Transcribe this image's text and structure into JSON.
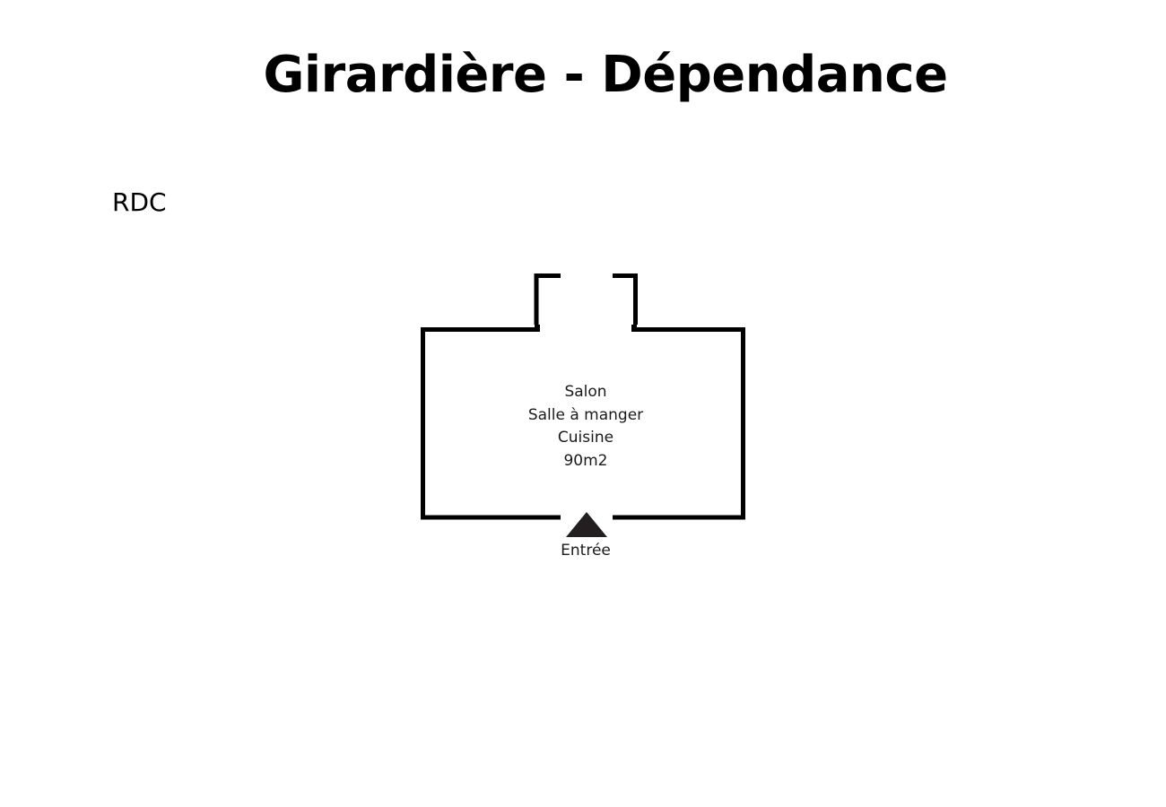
{
  "page": {
    "title": "Girardière - Dépendance"
  },
  "floor": {
    "level_label": "RDC",
    "room": {
      "lines": [
        "Salon",
        "Salle à manger",
        "Cuisine",
        "90m2"
      ],
      "names": [
        "Salon",
        "Salle à manger",
        "Cuisine"
      ],
      "area": "90m2"
    },
    "entrance": {
      "label": "Entrée",
      "icon": "triangle-up-icon"
    }
  },
  "colors": {
    "wall": "#000000",
    "entrance_marker": "#231f20",
    "background": "#ffffff"
  }
}
